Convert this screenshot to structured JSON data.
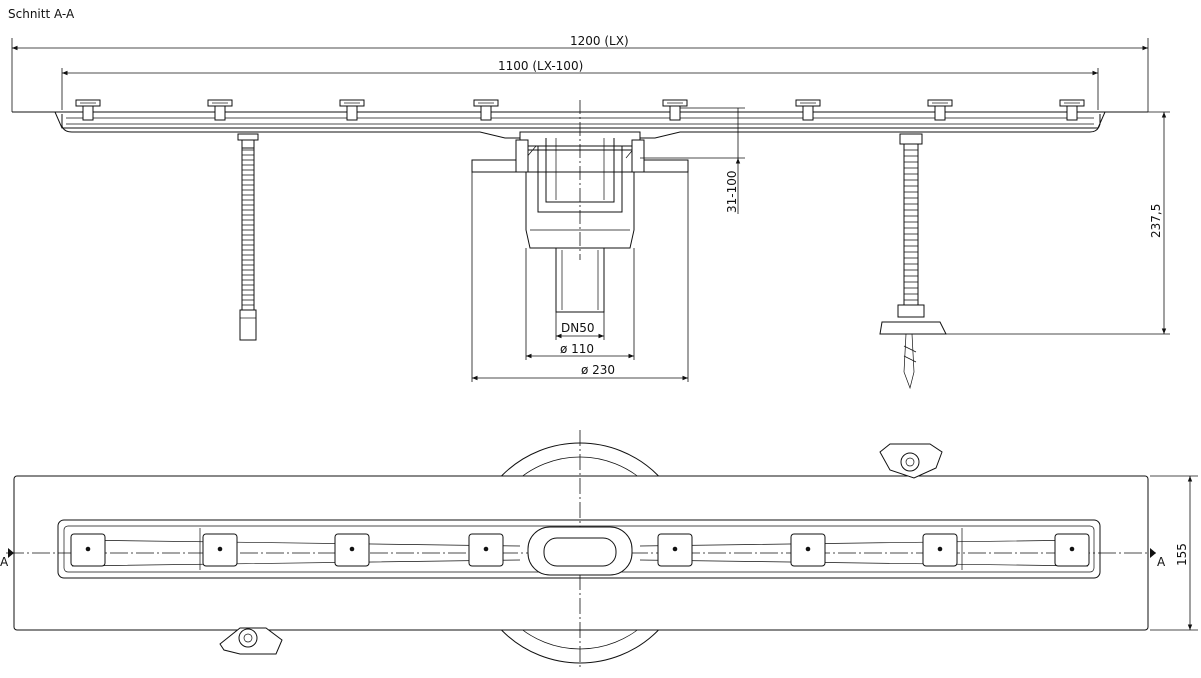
{
  "section_title": "Schnitt A-A",
  "dimensions": {
    "overall_length": "1200  (LX)",
    "inner_length": "1100  (LX-100)",
    "height_adjust": "31-100",
    "total_height": "237,5",
    "outlet_dn": "DN50",
    "outlet_d110": "ø 110",
    "outlet_d230": "ø 230",
    "width": "155"
  },
  "section_marks": {
    "left": "A",
    "right": "A"
  }
}
